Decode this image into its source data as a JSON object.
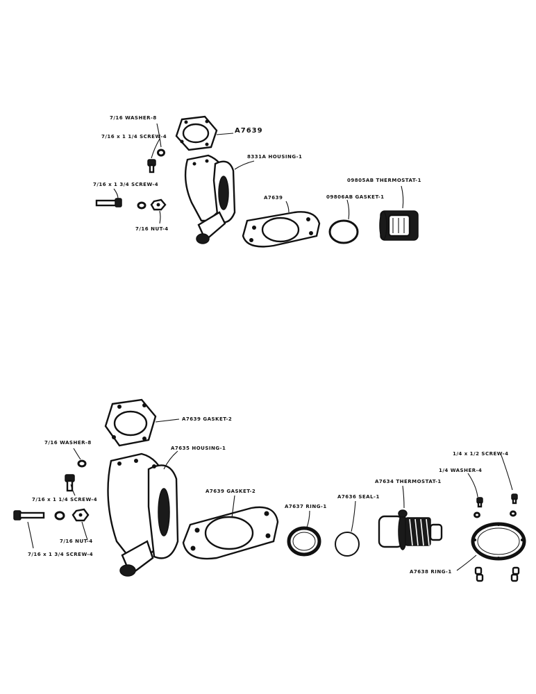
{
  "top_diagram": {
    "washer_label": "7/16 WASHER-8",
    "screw_a_label": "7/16 x 1 1/4 SCREW-4",
    "screw_b_label": "7/16 x 1 3/4 SCREW-4",
    "nut_label": "7/16 NUT-4",
    "gasket_top_label": "A7639",
    "housing_label": "8331A HOUSING-1",
    "gasket_mid_label": "A7639",
    "thermostat_label": "09805AB THERMOSTAT-1",
    "gasket_small_label": "09806AB GASKET-1"
  },
  "bottom_diagram": {
    "gasket_top_label": "A7639 GASKET-2",
    "washer_label": "7/16 WASHER-8",
    "housing_label": "A7635 HOUSING-1",
    "screw_a_label": "7/16 x 1 1/4 SCREW-4",
    "nut_label": "7/16 NUT-4",
    "screw_b_label": "7/16 x 1 3/4 SCREW-4",
    "gasket_mid_label": "A7639 GASKET-2",
    "ring_label": "A7637 RING-1",
    "seal_label": "A7636 SEAL-1",
    "thermostat_label": "A7634 THERMOSTAT-1",
    "small_screw_label": "1/4 x 1/2 SCREW-4",
    "small_washer_label": "1/4 WASHER-4",
    "ring_large_label": "A7638 RING-1"
  }
}
